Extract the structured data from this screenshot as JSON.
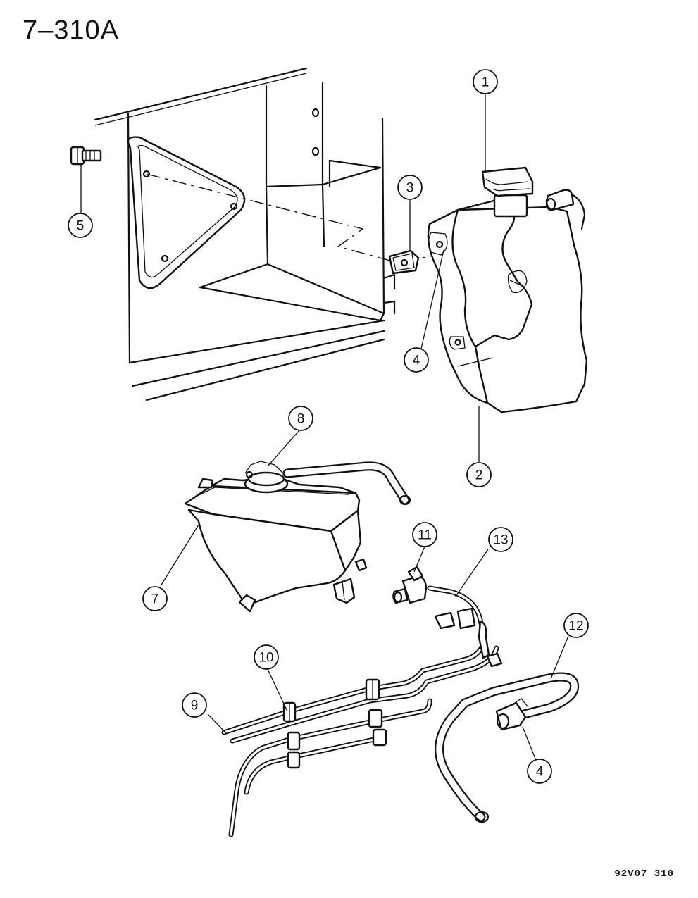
{
  "page": {
    "label": "7–310A",
    "catalog_code": "92V07 310"
  },
  "callouts": [
    {
      "id": "c1",
      "number": "1"
    },
    {
      "id": "c2",
      "number": "2"
    },
    {
      "id": "c3",
      "number": "3"
    },
    {
      "id": "c4a",
      "number": "4"
    },
    {
      "id": "c5",
      "number": "5"
    },
    {
      "id": "c8",
      "number": "8"
    },
    {
      "id": "c7",
      "number": "7"
    },
    {
      "id": "c11",
      "number": "11"
    },
    {
      "id": "c13",
      "number": "13"
    },
    {
      "id": "c10",
      "number": "10"
    },
    {
      "id": "c12",
      "number": "12"
    },
    {
      "id": "c9",
      "number": "9"
    },
    {
      "id": "c4b",
      "number": "4"
    }
  ]
}
